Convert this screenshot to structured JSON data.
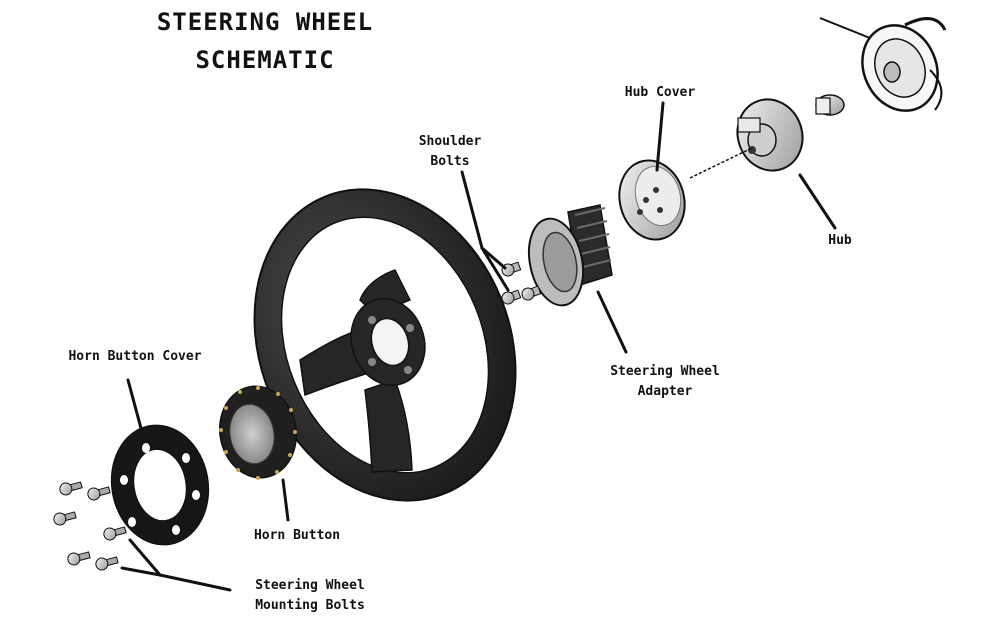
{
  "title": {
    "line1": "STEERING WHEEL",
    "line2": "SCHEMATIC"
  },
  "labels": {
    "hub_cover": "Hub Cover",
    "hub": "Hub",
    "shoulder_bolts_1": "Shoulder",
    "shoulder_bolts_2": "Bolts",
    "adapter_1": "Steering Wheel",
    "adapter_2": "Adapter",
    "horn_button_cover": "Horn Button Cover",
    "horn_button": "Horn Button",
    "mounting_bolts_1": "Steering Wheel",
    "mounting_bolts_2": "Mounting Bolts"
  },
  "colors": {
    "ink": "#111111",
    "wheel": "#2a2a2a",
    "metal": "#d9d9d9",
    "gold": "#c8a85a"
  }
}
